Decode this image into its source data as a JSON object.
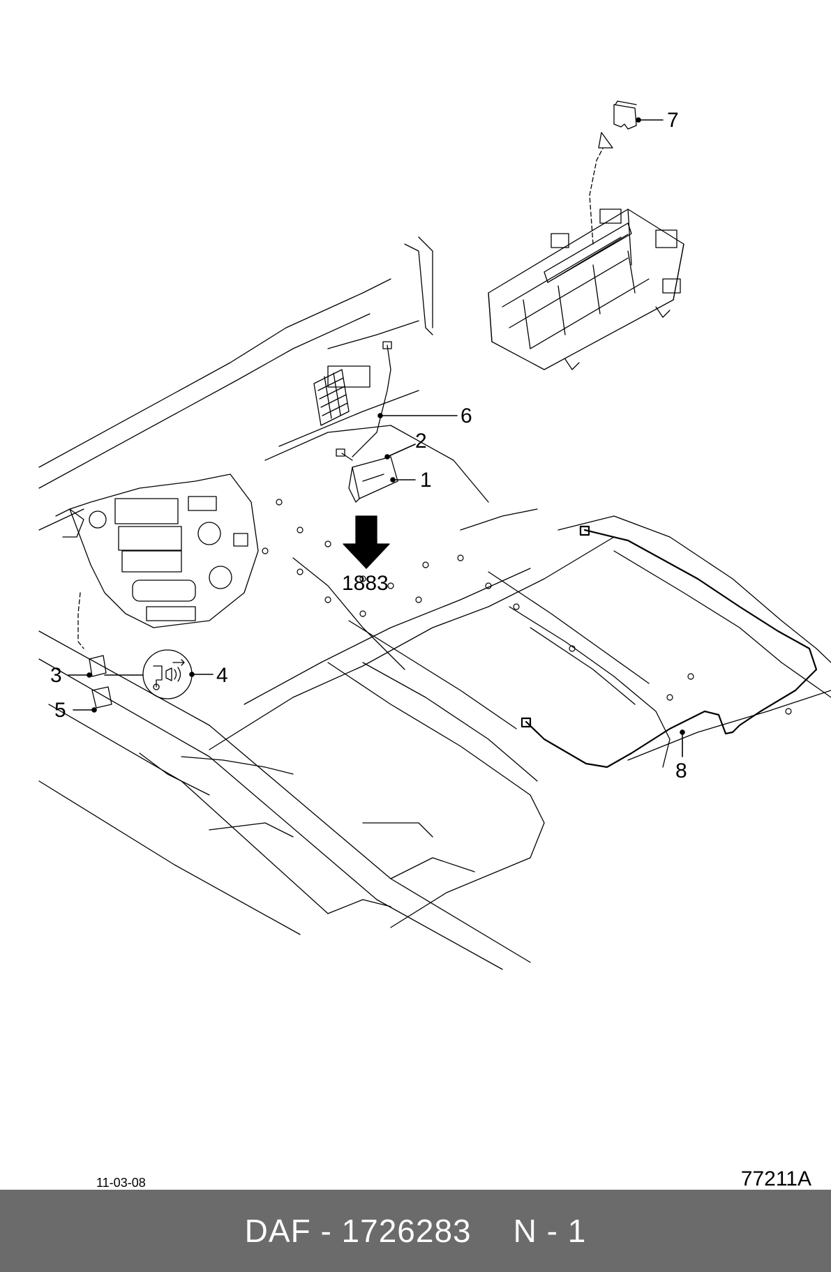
{
  "callouts": [
    {
      "num": "1"
    },
    {
      "num": "2"
    },
    {
      "num": "3"
    },
    {
      "num": "4"
    },
    {
      "num": "5"
    },
    {
      "num": "6"
    },
    {
      "num": "7"
    },
    {
      "num": "8"
    }
  ],
  "reference_arrow_label": "1883",
  "date": "11-03-08",
  "drawing_code": "77211A",
  "footer": {
    "part": "DAF - 1726283",
    "page": "N - 1"
  },
  "colors": {
    "line": "#000000",
    "footer_bg": "#6b6b6b",
    "footer_text": "#ffffff"
  }
}
